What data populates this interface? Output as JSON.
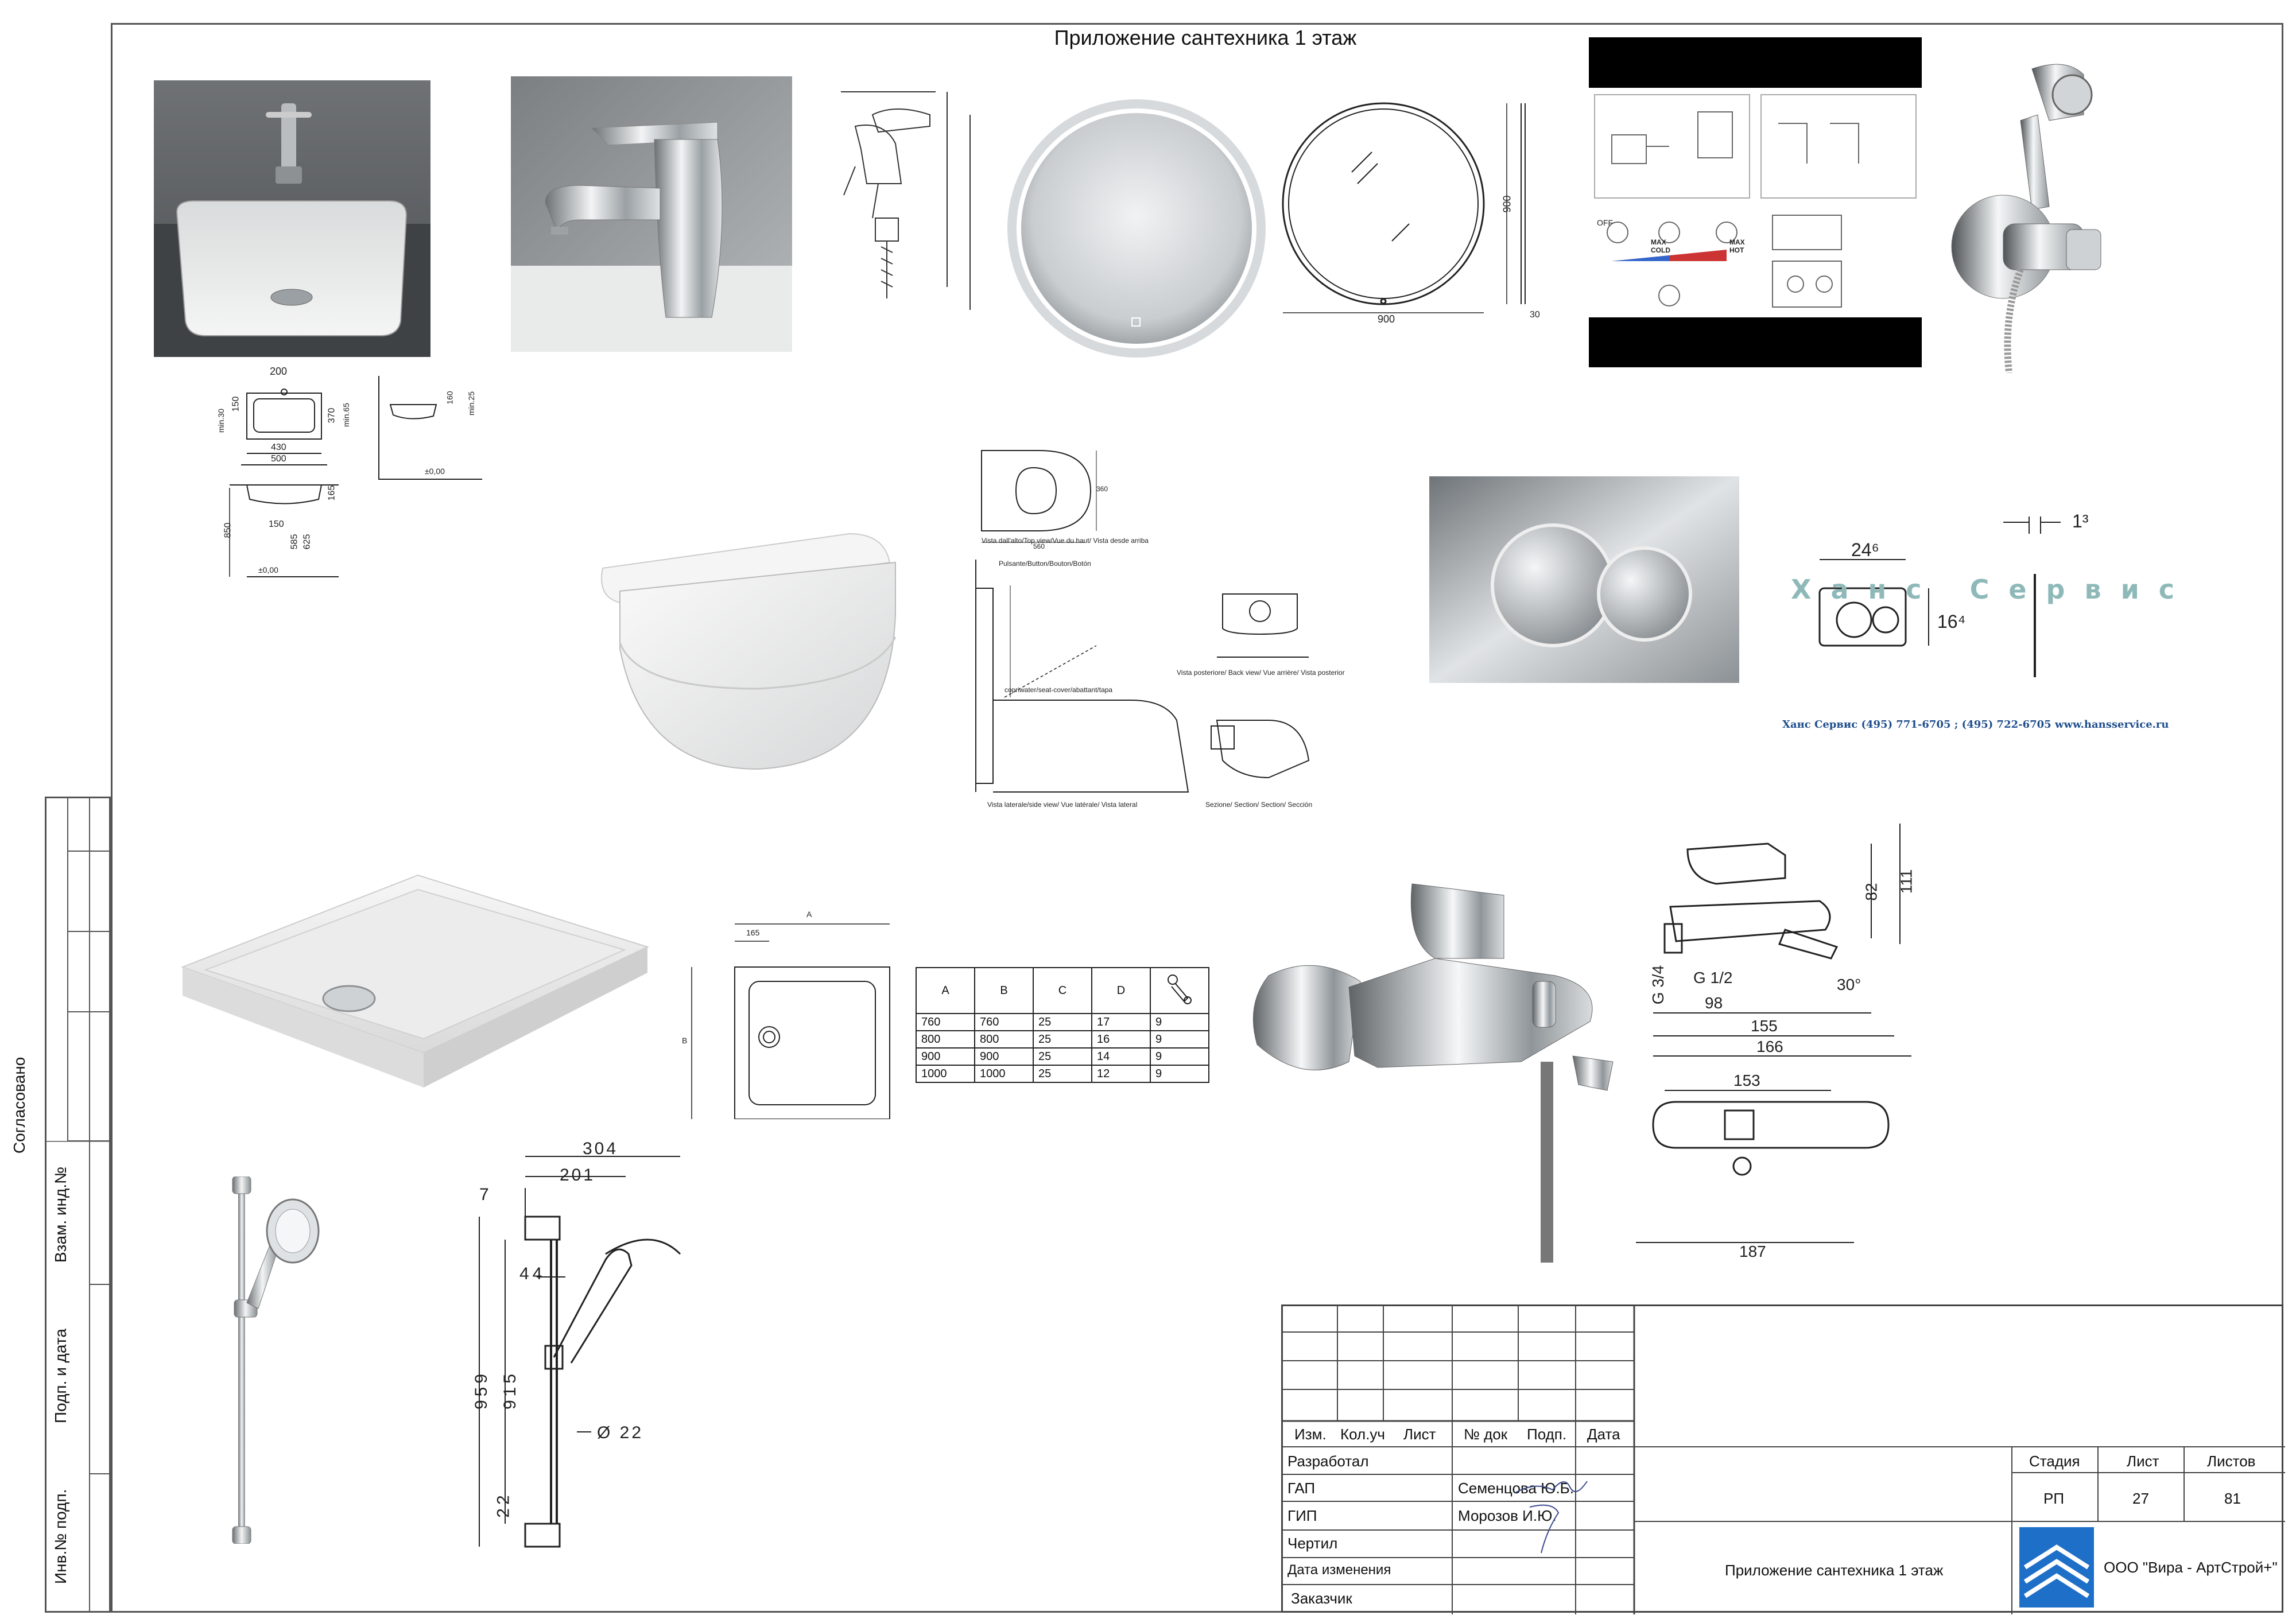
{
  "sheet": {
    "title": "Приложение сантехника 1 этаж"
  },
  "side_stamp": {
    "agreed": "Согласовано",
    "replace_inv": "Взам. инд.№",
    "sign_date": "Подп. и дата",
    "inv_original": "Инв.№ подп."
  },
  "basin_dims": {
    "w200": "200",
    "d150": "150",
    "min30": "min.30",
    "w430": "430",
    "w500": "500",
    "d370": "370",
    "min65": "min.65",
    "d165": "165",
    "h150": "150",
    "h585": "585",
    "h625": "625",
    "h850": "850",
    "zero": "±0,00",
    "min25": "min.25",
    "d160": "160"
  },
  "wc_labels": {
    "top": "Vista dall'alto/Top view/Vue du haut/ Vista desde arriba",
    "button": "Pulsante/Button/Bouton/Botón",
    "seat": "copriwater/seat-cover/abattant/tapa",
    "lateral": "Vista laterale/side view/ Vue latérale/ Vista lateral",
    "back": "Vista posteriore/ Back view/ Vue arrière/ Vista posterior",
    "section": "Sezione/ Section/ Section/ Sección",
    "d560": "560",
    "d360": "360"
  },
  "mirror_dims": {
    "w": "900",
    "h": "900",
    "d": "30"
  },
  "bidet_labels": {
    "off": "OFF",
    "max_cold": "MAX COLD",
    "max_hot": "MAX HOT"
  },
  "plate": {
    "watermark": "Ханс Сервис",
    "contact": "Ханс Сервис  (495) 771-6705 ; (495) 722-6705  www.hansservice.ru",
    "w": "24⁶",
    "h": "16⁴",
    "d": "1³"
  },
  "tray": {
    "a": "A",
    "b": "B",
    "d165": "165",
    "headers": [
      "A",
      "B",
      "C",
      "D"
    ],
    "rows": [
      [
        "760",
        "760",
        "25",
        "17",
        "9"
      ],
      [
        "800",
        "800",
        "25",
        "16",
        "9"
      ],
      [
        "900",
        "900",
        "25",
        "14",
        "9"
      ],
      [
        "1000",
        "1000",
        "25",
        "12",
        "9"
      ]
    ]
  },
  "mixer_dims": {
    "h82": "82",
    "h111": "111",
    "g34": "G 3/4",
    "g12": "G 1/2",
    "d98": "98",
    "d155": "155",
    "d166": "166",
    "a30": "30°",
    "d153": "153",
    "d187": "187"
  },
  "shower_dims": {
    "d304": "304",
    "d201": "201",
    "d7": "7",
    "d44": "44",
    "h959": "959",
    "h915": "915",
    "h22": "22",
    "dia": "Ø 22"
  },
  "stamp": {
    "col_izm": "Изм.",
    "col_kol": "Кол.уч",
    "col_list": "Лист",
    "col_doc": "№ док",
    "col_sign": "Подп.",
    "col_date": "Дата",
    "developed": "Разработал",
    "gap": "ГАП",
    "gap_name": "Семенцова Ю.Б.",
    "gip": "ГИП",
    "gip_name": "Морозов И.Ю.",
    "drawn": "Чертил",
    "changed": "Дата изменения",
    "customer": "Заказчик",
    "stage_h": "Стадия",
    "sheet_h": "Лист",
    "sheets_h": "Листов",
    "stage": "РП",
    "sheet": "27",
    "sheets": "81",
    "title": "Приложение сантехника 1 этаж",
    "company": "ООО \"Вира - АртСтрой+\""
  },
  "colors": {
    "frame": "#555555",
    "logo": "#1e6fc8",
    "watermark": "#8fb9b9"
  }
}
